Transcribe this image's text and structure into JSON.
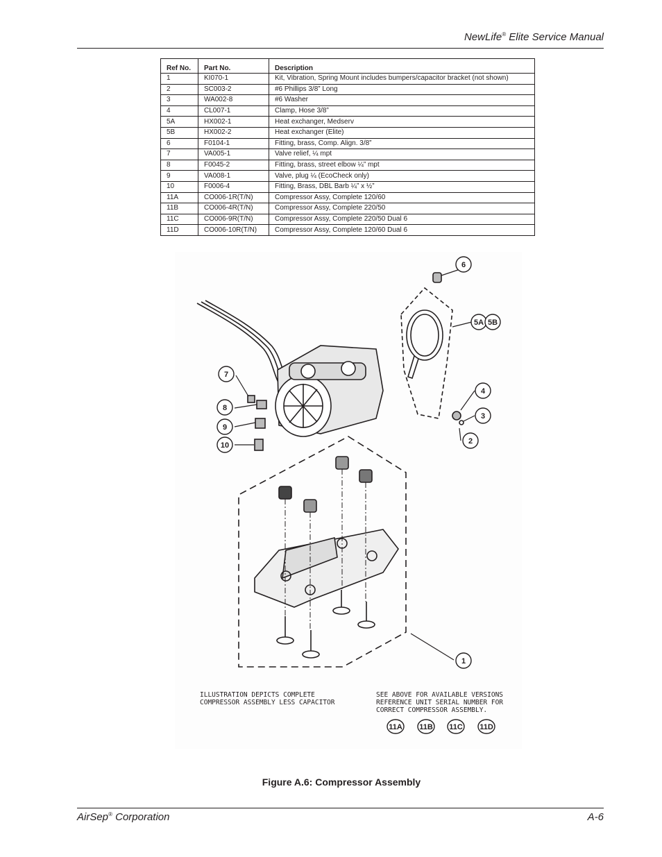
{
  "header": {
    "brand": "NewLife",
    "reg": "®",
    "rest": " Elite Service Manual"
  },
  "table": {
    "headers": [
      "Ref No.",
      "Part No.",
      "Description"
    ],
    "rows": [
      [
        "1",
        "KI070-1",
        "Kit, Vibration, Spring Mount includes bumpers/capacitor bracket (not shown)"
      ],
      [
        "2",
        "SC003-2",
        "#6 Phillips 3/8” Long"
      ],
      [
        "3",
        "WA002-8",
        "#6 Washer"
      ],
      [
        "4",
        "CL007-1",
        "Clamp, Hose 3/8”"
      ],
      [
        "5A",
        "HX002-1",
        "Heat exchanger, Medserv"
      ],
      [
        "5B",
        "HX002-2",
        "Heat exchanger (Elite)"
      ],
      [
        "6",
        "F0104-1",
        "Fitting, brass, Comp. Align. 3/8”"
      ],
      [
        "7",
        "VA005-1",
        "Valve relief, ¼ mpt"
      ],
      [
        "8",
        "F0045-2",
        "Fitting, brass, street elbow ¼” mpt"
      ],
      [
        "9",
        "VA008-1",
        "Valve, plug ¼ (EcoCheck only)"
      ],
      [
        "10",
        "F0006-4",
        "Fitting, Brass, DBL Barb ¼” x ½”"
      ],
      [
        "11A",
        "CO006-1R(T/N)",
        "Compressor Assy, Complete 120/60"
      ],
      [
        "11B",
        "CO006-4R(T/N)",
        "Compressor Assy, Complete 220/50"
      ],
      [
        "11C",
        "CO006-9R(T/N)",
        "Compressor Assy, Complete 220/50 Dual 6"
      ],
      [
        "11D",
        "CO006-10R(T/N)",
        "Compressor Assy, Complete 120/60 Dual 6"
      ]
    ]
  },
  "figure": {
    "callouts": [
      "1",
      "2",
      "3",
      "4",
      "5A",
      "5B",
      "6",
      "7",
      "8",
      "9",
      "10"
    ],
    "versions": [
      "11A",
      "11B",
      "11C",
      "11D"
    ],
    "note_left": [
      "ILLUSTRATION DEPICTS COMPLETE",
      "COMPRESSOR ASSEMBLY LESS CAPACITOR"
    ],
    "note_right": [
      "SEE ABOVE FOR AVAILABLE VERSIONS",
      "REFERENCE UNIT SERIAL NUMBER FOR",
      "CORRECT COMPRESSOR ASSEMBLY."
    ],
    "caption": "Figure A.6: Compressor Assembly"
  },
  "footer": {
    "company": "AirSep",
    "reg": "®",
    "rest": " Corporation",
    "page": "A-6"
  }
}
